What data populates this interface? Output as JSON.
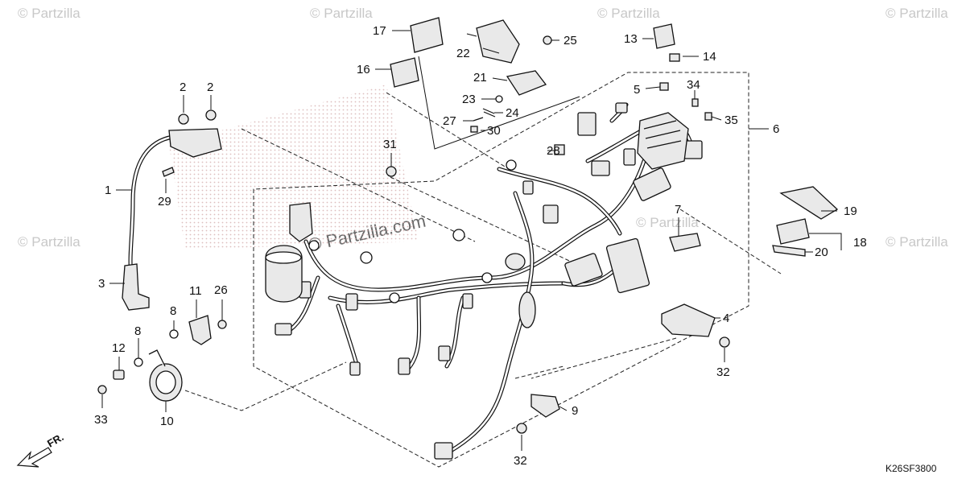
{
  "watermarks": {
    "text": "© Partzilla",
    "center_text": "© Partzilla.com"
  },
  "diagram_code": "K26SF3800",
  "front_arrow_label": "FR.",
  "callouts": [
    {
      "id": "c1",
      "label": "1"
    },
    {
      "id": "c2a",
      "label": "2"
    },
    {
      "id": "c2b",
      "label": "2"
    },
    {
      "id": "c3",
      "label": "3"
    },
    {
      "id": "c4",
      "label": "4"
    },
    {
      "id": "c5",
      "label": "5"
    },
    {
      "id": "c6",
      "label": "6"
    },
    {
      "id": "c7",
      "label": "7"
    },
    {
      "id": "c8a",
      "label": "8"
    },
    {
      "id": "c8b",
      "label": "8"
    },
    {
      "id": "c9",
      "label": "9"
    },
    {
      "id": "c10",
      "label": "10"
    },
    {
      "id": "c11",
      "label": "11"
    },
    {
      "id": "c12",
      "label": "12"
    },
    {
      "id": "c13",
      "label": "13"
    },
    {
      "id": "c14",
      "label": "14"
    },
    {
      "id": "c16",
      "label": "16"
    },
    {
      "id": "c17",
      "label": "17"
    },
    {
      "id": "c18",
      "label": "18"
    },
    {
      "id": "c19",
      "label": "19"
    },
    {
      "id": "c20",
      "label": "20"
    },
    {
      "id": "c21",
      "label": "21"
    },
    {
      "id": "c22",
      "label": "22"
    },
    {
      "id": "c23",
      "label": "23"
    },
    {
      "id": "c24",
      "label": "24"
    },
    {
      "id": "c25",
      "label": "25"
    },
    {
      "id": "c26",
      "label": "26"
    },
    {
      "id": "c27",
      "label": "27"
    },
    {
      "id": "c28",
      "label": "28"
    },
    {
      "id": "c29",
      "label": "29"
    },
    {
      "id": "c30",
      "label": "30"
    },
    {
      "id": "c31",
      "label": "31"
    },
    {
      "id": "c32a",
      "label": "32"
    },
    {
      "id": "c32b",
      "label": "32"
    },
    {
      "id": "c33",
      "label": "33"
    },
    {
      "id": "c34",
      "label": "34"
    },
    {
      "id": "c35",
      "label": "35"
    }
  ]
}
